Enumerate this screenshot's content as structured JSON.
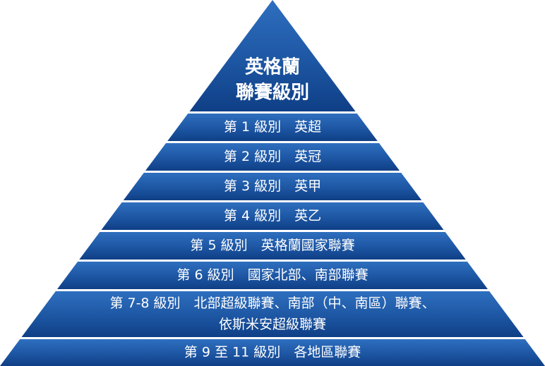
{
  "diagram": {
    "title_line1": "英格蘭",
    "title_line2": "聯賽級別",
    "tiers": [
      {
        "level": "第 1 級別",
        "name": "英超"
      },
      {
        "level": "第 2 級別",
        "name": "英冠"
      },
      {
        "level": "第 3 級別",
        "name": "英甲"
      },
      {
        "level": "第 4 級別",
        "name": "英乙"
      },
      {
        "level": "第 5 級別",
        "name": "英格蘭國家聯賽"
      },
      {
        "level": "第 6 級別",
        "name": "國家北部、南部聯賽"
      },
      {
        "level": "第 7-8 級別",
        "name": "北部超級聯賽、南部（中、南區）聯賽、",
        "name_line2": "依斯米安超級聯賽"
      },
      {
        "level": "第 9 至 11 級別",
        "name": "各地區聯賽"
      }
    ],
    "colors": {
      "band_top": "#2e6fbf",
      "band_mid": "#1d56a3",
      "band_bottom": "#0f3f86",
      "separator": "#ffffff",
      "text": "#ffffff"
    }
  }
}
